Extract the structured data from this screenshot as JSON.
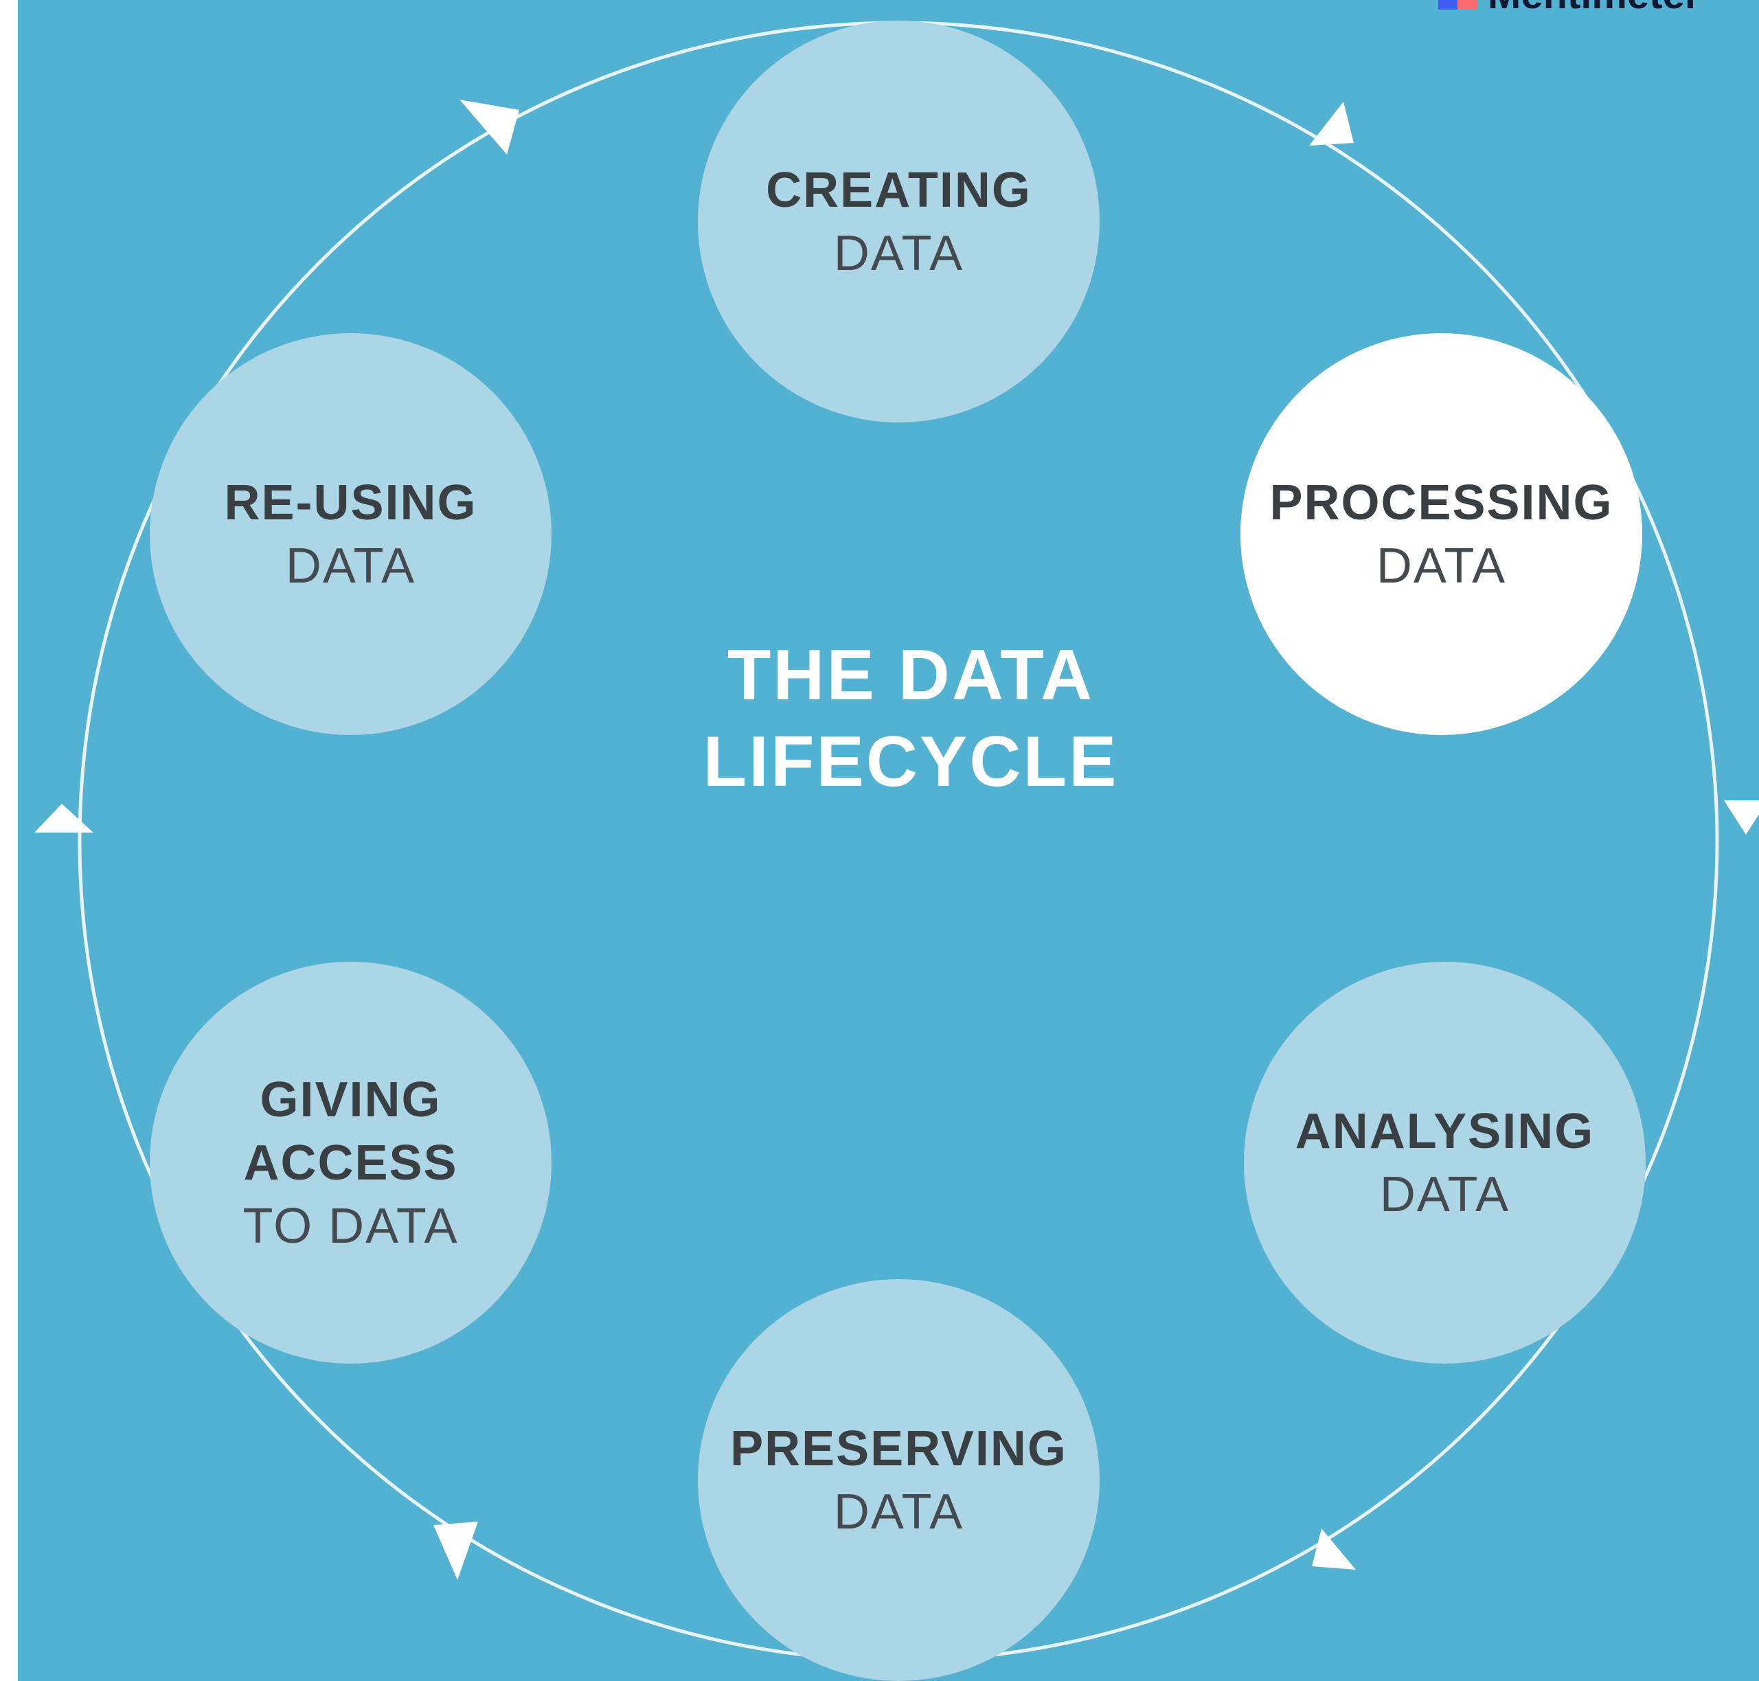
{
  "diagram": {
    "title_line1": "THE DATA",
    "title_line2": "LIFECYCLE",
    "stages": [
      {
        "line1": "CREATING",
        "line2": "DATA"
      },
      {
        "line1": "PROCESSING",
        "line2": "DATA"
      },
      {
        "line1": "ANALYSING",
        "line2": "DATA"
      },
      {
        "line1": "PRESERVING",
        "line2": "DATA"
      },
      {
        "line0": "GIVING",
        "line1": "ACCESS",
        "line2": "TO DATA"
      },
      {
        "line1": "RE-USING",
        "line2": "DATA"
      }
    ],
    "highlighted_stage": "PROCESSING",
    "colors": {
      "background": "#53b1d1",
      "stage_fill": "#acd5e6",
      "highlight_fill": "#ffffff",
      "title_text": "#ffffff",
      "stage_text": "#3a3f44"
    }
  },
  "brand": {
    "name": "Mentimeter",
    "icon": "mentimeter-logo-icon"
  }
}
